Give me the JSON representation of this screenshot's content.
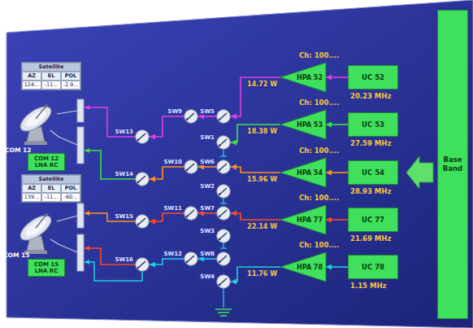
{
  "diagram": {
    "nodes": [
      {
        "text": [
          "Satellite",
          "AZ",
          "EL",
          "POL",
          "124...",
          "-11...",
          "-2.9..."
        ]
      },
      {
        "text": [
          "COM 12 LNA RC"
        ]
      },
      {
        "text": [
          "Satellite",
          "AZ",
          "EL",
          "POL",
          "139...",
          "-11...",
          "-60..."
        ]
      },
      {
        "text": [
          "COM 15 LNA RC"
        ]
      },
      {
        "text": [
          "SW13"
        ]
      },
      {
        "text": [
          "SW14"
        ]
      },
      {
        "text": [
          "SW15"
        ]
      },
      {
        "text": [
          "SW16"
        ]
      },
      {
        "text": [
          "SW9"
        ]
      },
      {
        "text": [
          "SW10"
        ]
      },
      {
        "text": [
          "SW11"
        ]
      },
      {
        "text": [
          "SW12"
        ]
      },
      {
        "text": [
          "SW5"
        ]
      },
      {
        "text": [
          "SW1"
        ]
      },
      {
        "text": [
          "SW6"
        ]
      },
      {
        "text": [
          "SW2"
        ]
      },
      {
        "text": [
          "SW7"
        ]
      },
      {
        "text": [
          "SW3"
        ]
      },
      {
        "text": [
          "SW8"
        ]
      },
      {
        "text": [
          "SW4"
        ]
      },
      {
        "text": [
          "HPA 52",
          "14.72 W"
        ]
      },
      {
        "text": [
          "HPA 53",
          "18.38 W"
        ]
      },
      {
        "text": [
          "HPA 54",
          "15.96 W"
        ]
      },
      {
        "text": [
          "HPA 77",
          "22.14 W"
        ]
      },
      {
        "text": [
          "HPA 78",
          "11.76 W"
        ]
      },
      {
        "text": [
          "UC 52",
          "20.23 MHz"
        ]
      },
      {
        "text": [
          "UC 53",
          "27.59 MHz"
        ]
      },
      {
        "text": [
          "UC 54",
          "28.93 MHz"
        ]
      },
      {
        "text": [
          "UC 77",
          "21.69 MHz"
        ]
      },
      {
        "text": [
          "UC 78",
          "1.15 MHz"
        ]
      },
      {
        "text": [
          "Base Band"
        ]
      }
    ],
    "edges": [
      {
        "from": 25,
        "to": 20,
        "arrow": "to"
      },
      {
        "from": 26,
        "to": 21,
        "arrow": "to"
      },
      {
        "from": 27,
        "to": 22,
        "arrow": "to"
      },
      {
        "from": 28,
        "to": 23,
        "arrow": "to"
      },
      {
        "from": 29,
        "to": 24,
        "arrow": "to"
      },
      {
        "from": 20,
        "to": 12,
        "arrow": "to"
      },
      {
        "from": 21,
        "to": 13,
        "arrow": "to"
      },
      {
        "from": 22,
        "to": 14,
        "arrow": "to"
      },
      {
        "from": 23,
        "to": 16,
        "arrow": "to"
      },
      {
        "from": 24,
        "to": 19,
        "arrow": "to"
      },
      {
        "from": 12,
        "to": 8,
        "arrow": "to"
      },
      {
        "from": 14,
        "to": 9,
        "arrow": "to"
      },
      {
        "from": 16,
        "to": 10,
        "arrow": "to"
      },
      {
        "from": 18,
        "to": 11,
        "arrow": "to"
      },
      {
        "from": 8,
        "to": 4,
        "arrow": "to"
      },
      {
        "from": 9,
        "to": 5,
        "arrow": "to"
      },
      {
        "from": 10,
        "to": 6,
        "arrow": "to"
      },
      {
        "from": 11,
        "to": 7,
        "arrow": "to"
      }
    ],
    "labels": [
      "COM 12",
      "COM 15",
      "Ch: 100....",
      "Ch: 100....",
      "Ch: 100....",
      "Ch: 100....",
      "Ch: 100...."
    ]
  }
}
